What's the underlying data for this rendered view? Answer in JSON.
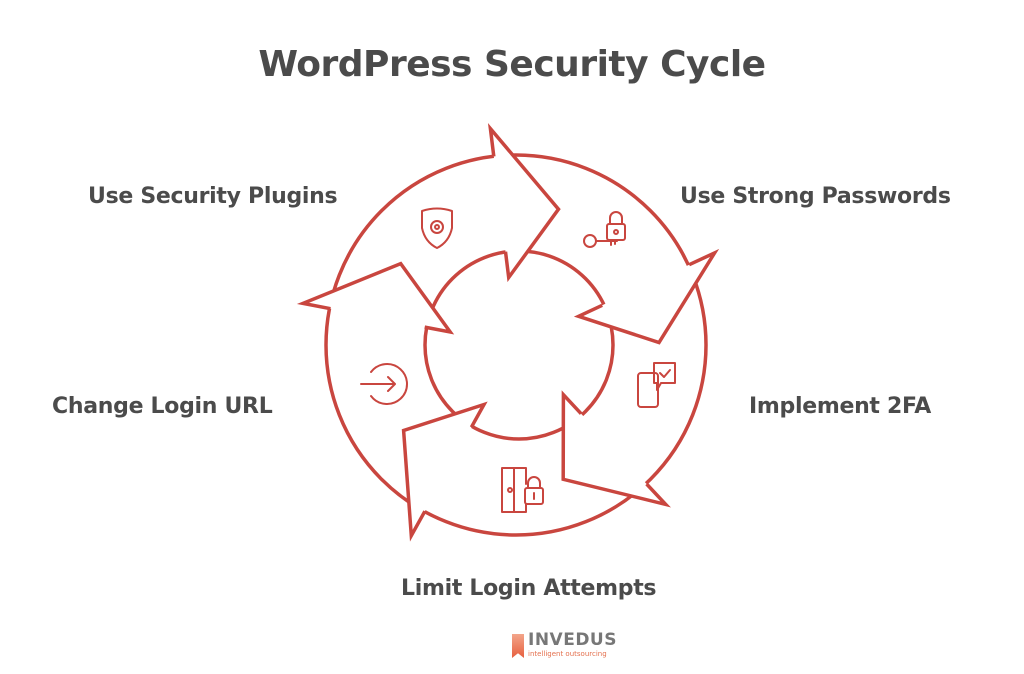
{
  "title": "WordPress Security Cycle",
  "accent_color": "#c9463f",
  "steps": [
    {
      "label": "Use Security Plugins",
      "icon": "shield-gear-icon"
    },
    {
      "label": "Use Strong Passwords",
      "icon": "lock-key-icon"
    },
    {
      "label": "Implement 2FA",
      "icon": "phone-check-icon"
    },
    {
      "label": "Limit Login Attempts",
      "icon": "door-lock-icon"
    },
    {
      "label": "Change Login URL",
      "icon": "login-arrow-icon"
    }
  ],
  "logo": {
    "name": "INVEDUS",
    "tagline": "intelligent outsourcing"
  }
}
